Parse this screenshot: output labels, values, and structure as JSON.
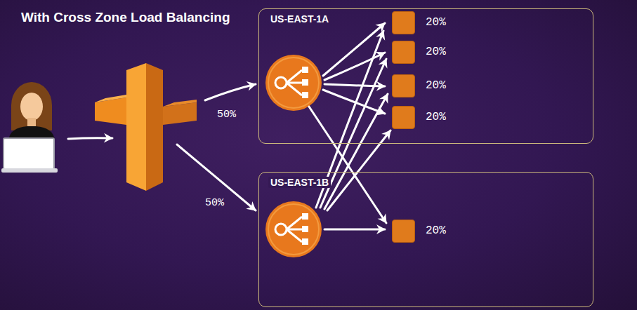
{
  "diagram": {
    "title": "With Cross Zone Load Balancing",
    "nodes": [
      {
        "text": [
          "US-EAST-1A"
        ]
      },
      {
        "text": [
          "20%"
        ],
        "in": 0
      },
      {
        "text": [
          "20%"
        ],
        "in": 0
      },
      {
        "text": [
          "20%"
        ],
        "in": 0
      },
      {
        "text": [
          "20%"
        ],
        "in": 0
      },
      {
        "text": [
          "US-EAST-1B"
        ]
      },
      {
        "text": [
          "20%"
        ],
        "in": 5
      }
    ],
    "labels": [
      "50%",
      "50%"
    ]
  }
}
